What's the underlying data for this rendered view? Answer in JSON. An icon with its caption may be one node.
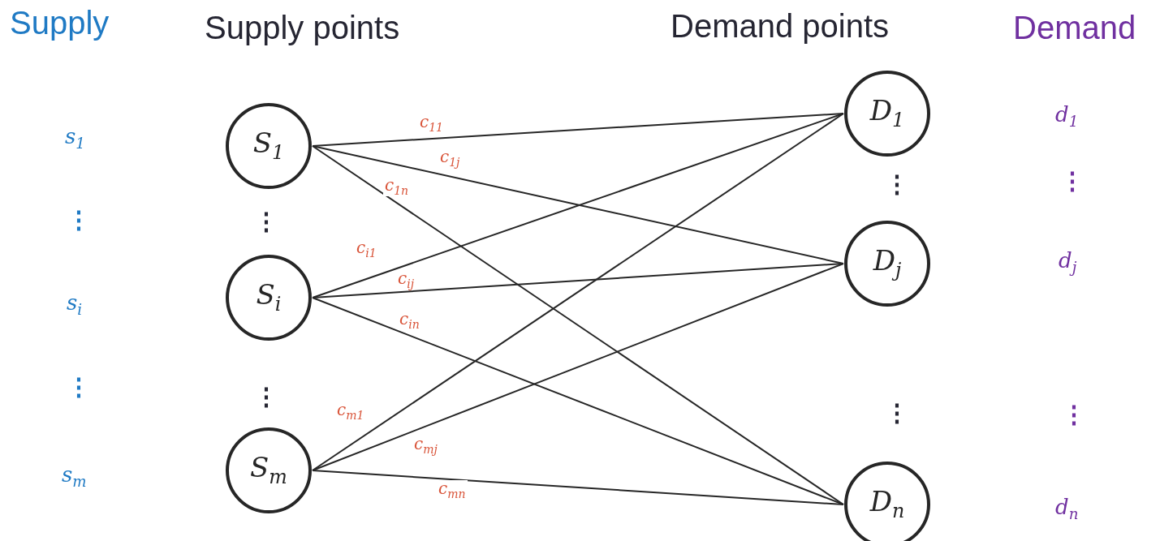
{
  "diagram": {
    "nodes": [
      {
        "text": [
          "S$_{1}$"
        ]
      },
      {
        "text": [
          "S$_{i}$"
        ]
      },
      {
        "text": [
          "S$_{m}$"
        ]
      },
      {
        "text": [
          "D$_{1}$"
        ]
      },
      {
        "text": [
          "D$_{j}$"
        ]
      },
      {
        "text": [
          "D$_{n}$"
        ]
      }
    ],
    "edges": [
      {
        "from": 0,
        "to": 3,
        "arrow": "none",
        "label": "c$_{11}$"
      },
      {
        "from": 0,
        "to": 4,
        "arrow": "none",
        "label": "c$_{1j}$"
      },
      {
        "from": 0,
        "to": 5,
        "arrow": "none",
        "label": "c$_{1n}$"
      },
      {
        "from": 1,
        "to": 3,
        "arrow": "none",
        "label": "c$_{i1}$"
      },
      {
        "from": 1,
        "to": 4,
        "arrow": "none",
        "label": "c$_{ij}$"
      },
      {
        "from": 1,
        "to": 5,
        "arrow": "none",
        "label": "c$_{in}$"
      },
      {
        "from": 2,
        "to": 3,
        "arrow": "none",
        "label": "c$_{m1}$"
      },
      {
        "from": 2,
        "to": 4,
        "arrow": "none",
        "label": "c$_{mj}$"
      },
      {
        "from": 2,
        "to": 5,
        "arrow": "none",
        "label": "c$_{mn}$"
      }
    ],
    "labels": [
      "Supply",
      "Supply points",
      "Demand points",
      "Demand",
      "s$_{1}$",
      "⋮",
      "s$_{i}$",
      "⋮",
      "s$_{m}$",
      "⋮",
      "⋮",
      "d$_{1}$",
      "⋮",
      "d$_{j}$",
      "⋮",
      "d$_{n}$",
      "⋮",
      "⋮"
    ]
  }
}
